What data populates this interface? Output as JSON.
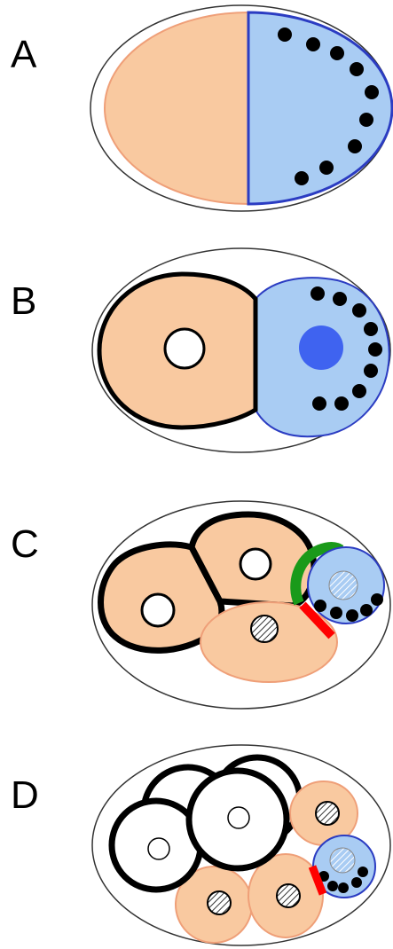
{
  "panels": [
    {
      "label": "A"
    },
    {
      "label": "B"
    },
    {
      "label": "C"
    },
    {
      "label": "D"
    }
  ],
  "colors": {
    "eggshell_stroke": "#333333",
    "somatic_fill": "#f9c9a0",
    "somatic_stroke": "#ef9f78",
    "germline_fill": "#a9ccf3",
    "germline_stroke": "#2b3cc2",
    "nucleus_blue": "#3f63f0",
    "granules": "#000000",
    "green_signal": "#1a9a1a",
    "red_contact": "#ff0000",
    "cortex_black": "#000000",
    "white_cell": "#ffffff"
  }
}
